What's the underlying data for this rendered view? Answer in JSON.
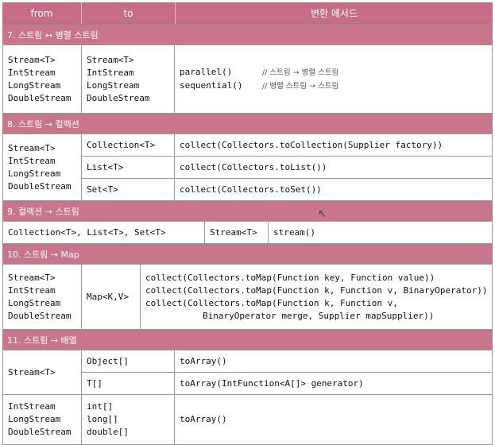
{
  "header": {
    "from": "from",
    "to": "to",
    "method": "변환 메서드"
  },
  "s7": {
    "title": "7. 스트림 ↔ 병렬 스트림",
    "from": [
      "Stream<T>",
      "IntStream",
      "LongStream",
      "DoubleStream"
    ],
    "to": [
      "Stream<T>",
      "IntStream",
      "LongStream",
      "DoubleStream"
    ],
    "m1": "parallel()",
    "c1": "// 스트림 → 병렬 스트림",
    "m2": "sequential()",
    "c2": "// 병렬 스트림 → 스트림"
  },
  "s8": {
    "title": "8. 스트림 → 컬렉션",
    "from": [
      "Stream<T>",
      "IntStream",
      "LongStream",
      "DoubleStream"
    ],
    "rows": [
      {
        "to": "Collection<T>",
        "method": "collect(Collectors.toCollection(Supplier factory))"
      },
      {
        "to": "List<T>",
        "method": "collect(Collectors.toList())"
      },
      {
        "to": "Set<T>",
        "method": "collect(Collectors.toSet())"
      }
    ]
  },
  "s9": {
    "title": "9. 컬렉션 → 스트림",
    "from": "Collection<T>, List<T>, Set<T>",
    "to": "Stream<T>",
    "method": "stream()"
  },
  "s10": {
    "title": "10. 스트림 → Map",
    "from": [
      "Stream<T>",
      "IntStream",
      "LongStream",
      "DoubleStream"
    ],
    "to": "Map<K,V>",
    "methods": [
      "collect(Collectors.toMap(Function key, Function value))",
      "collect(Collectors.toMap(Function k, Function v, BinaryOperator))",
      "collect(Collectors.toMap(Function k, Function v,",
      "BinaryOperator merge, Supplier mapSupplier))"
    ]
  },
  "s11": {
    "title": "11. 스트림 → 배열",
    "from1": "Stream<T>",
    "rows1": [
      {
        "to": "Object[]",
        "method": "toArray()"
      },
      {
        "to": "T[]",
        "method": "toArray(IntFunction<A[]> generator)"
      }
    ],
    "from2": [
      "IntStream",
      "LongStream",
      "DoubleStream"
    ],
    "to2": [
      "int[]",
      "long[]",
      "double[]"
    ],
    "method2": "toArray()"
  }
}
